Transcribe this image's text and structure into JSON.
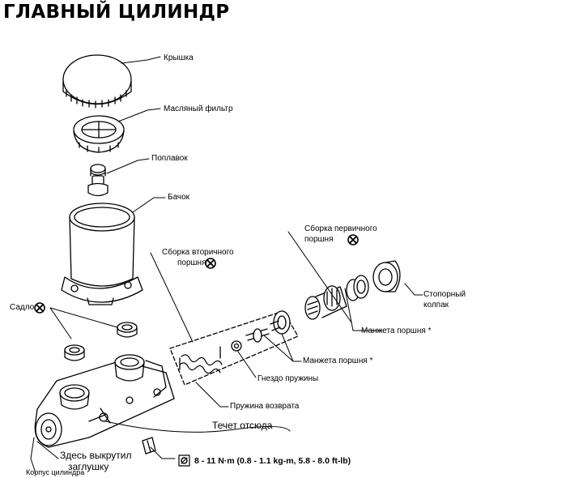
{
  "title": "ГЛАВНЫЙ ЦИЛИНДР",
  "labels": {
    "cap": "Крышка",
    "oil_filter": "Масляный фильтр",
    "float": "Поплавок",
    "reservoir": "Бачок",
    "secondary_piston_1": "Сборка вторичного",
    "secondary_piston_2": "поршня",
    "primary_piston_1": "Сборка первичного",
    "primary_piston_2": "поршня",
    "saddle": "Садло",
    "stopper_cap_1": "Стопорный",
    "stopper_cap_2": "колпак",
    "piston_cup_primary": "Манжета поршня *",
    "piston_cup_secondary": "Манжета поршня *",
    "spring_seat": "Гнездо пружины",
    "return_spring": "Пружина возврата",
    "cylinder_body": "Корпус цилиндра",
    "leak_note": "Течет отсюда",
    "plug_note_1": "Здесь выкрутил",
    "plug_note_2": "заглушку",
    "torque": "8 - 11 N·m (0.8 - 1.1 kg-m, 5.8 - 8.0 ft-lb)"
  },
  "icons": {
    "replace": "circle-x-icon",
    "torque": "wrench-icon"
  }
}
